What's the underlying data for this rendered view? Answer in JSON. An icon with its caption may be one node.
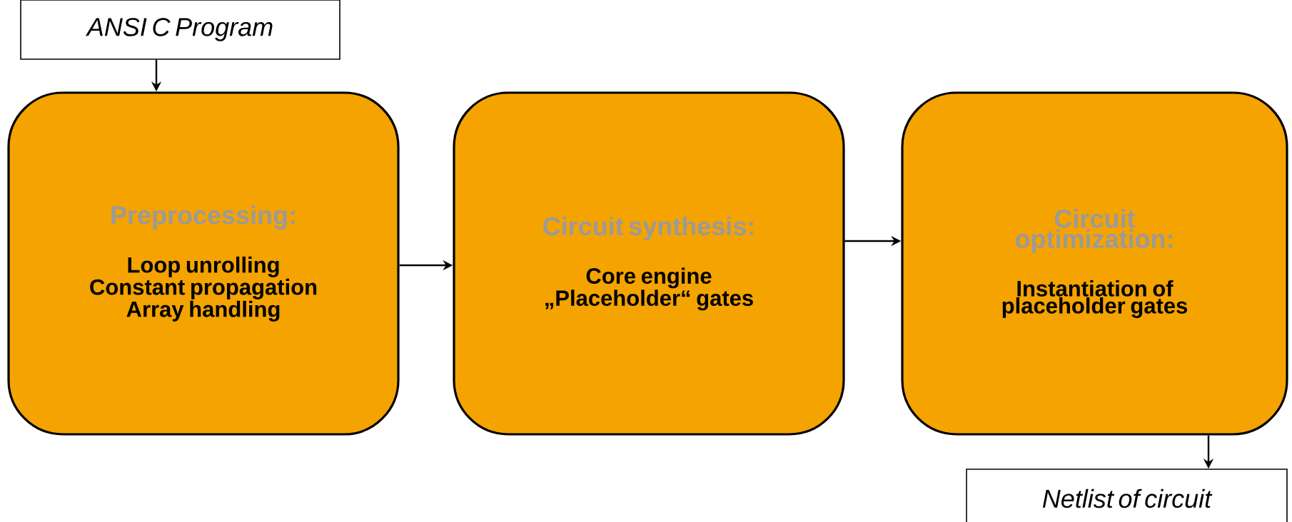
{
  "diagram": {
    "nodes": [
      {
        "text": [
          "ANSI C Program"
        ]
      },
      {
        "text": [
          "Preprocessing:",
          "Loop unrolling Constant propagation Array handling"
        ]
      },
      {
        "text": [
          "Circuit synthesis:",
          "Core engine „Placeholder“ gates"
        ]
      },
      {
        "text": [
          "Circuit optimization:",
          "Instantiation of placeholder gates"
        ]
      },
      {
        "text": [
          "Netlist of circuit"
        ]
      }
    ],
    "edges": [
      {
        "from": 0,
        "to": 1,
        "arrow": "to"
      },
      {
        "from": 1,
        "to": 2,
        "arrow": "to"
      },
      {
        "from": 2,
        "to": 3,
        "arrow": "to"
      },
      {
        "from": 3,
        "to": 4,
        "arrow": "to"
      }
    ]
  }
}
